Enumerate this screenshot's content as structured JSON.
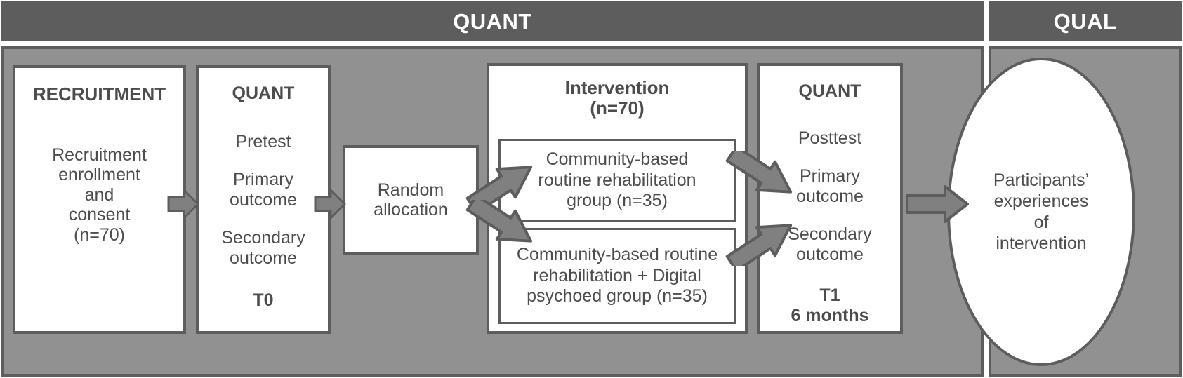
{
  "header": {
    "quant_label": "QUANT",
    "qual_label": "QUAL"
  },
  "colors": {
    "header_bg": "#5d5d5d",
    "panel_bg": "#919191",
    "box_bg": "#ffffff",
    "border": "#5d5d5d",
    "text": "#4d4d4d",
    "header_text": "#ffffff",
    "arrow_fill": "#808080"
  },
  "boxes": {
    "recruitment": {
      "title": "RECRUITMENT",
      "lines": [
        "Recruitment",
        "enrollment",
        "and",
        "consent",
        "(n=70)"
      ]
    },
    "pretest": {
      "title": "QUANT",
      "line1": "Pretest",
      "line2a": "Primary",
      "line2b": "outcome",
      "line3a": "Secondary",
      "line3b": "outcome",
      "timepoint": "T0"
    },
    "random": {
      "line1": "Random",
      "line2": "allocation"
    },
    "intervention": {
      "title": "Intervention",
      "subtitle": "(n=70)",
      "group1": [
        "Community-based",
        "routine rehabilitation",
        "group (n=35)"
      ],
      "group2": [
        "Community-based routine",
        "rehabilitation + Digital",
        "psychoed group (n=35)"
      ]
    },
    "posttest": {
      "title": "QUANT",
      "line1": "Posttest",
      "line2a": "Primary",
      "line2b": "outcome",
      "line3a": "Secondary",
      "line3b": "outcome",
      "timepoint": "T1",
      "duration": "6 months"
    },
    "qualitative": {
      "lines": [
        "Participants’",
        "experiences",
        "of",
        "intervention"
      ]
    }
  },
  "arrows": {
    "a1": "arrow-recruitment-to-pretest",
    "a2": "arrow-pretest-to-random",
    "a3": "arrow-random-to-group1",
    "a4": "arrow-random-to-group2",
    "a5": "arrow-group1-to-posttest",
    "a6": "arrow-group2-to-posttest",
    "a7": "arrow-posttest-to-qualitative"
  }
}
